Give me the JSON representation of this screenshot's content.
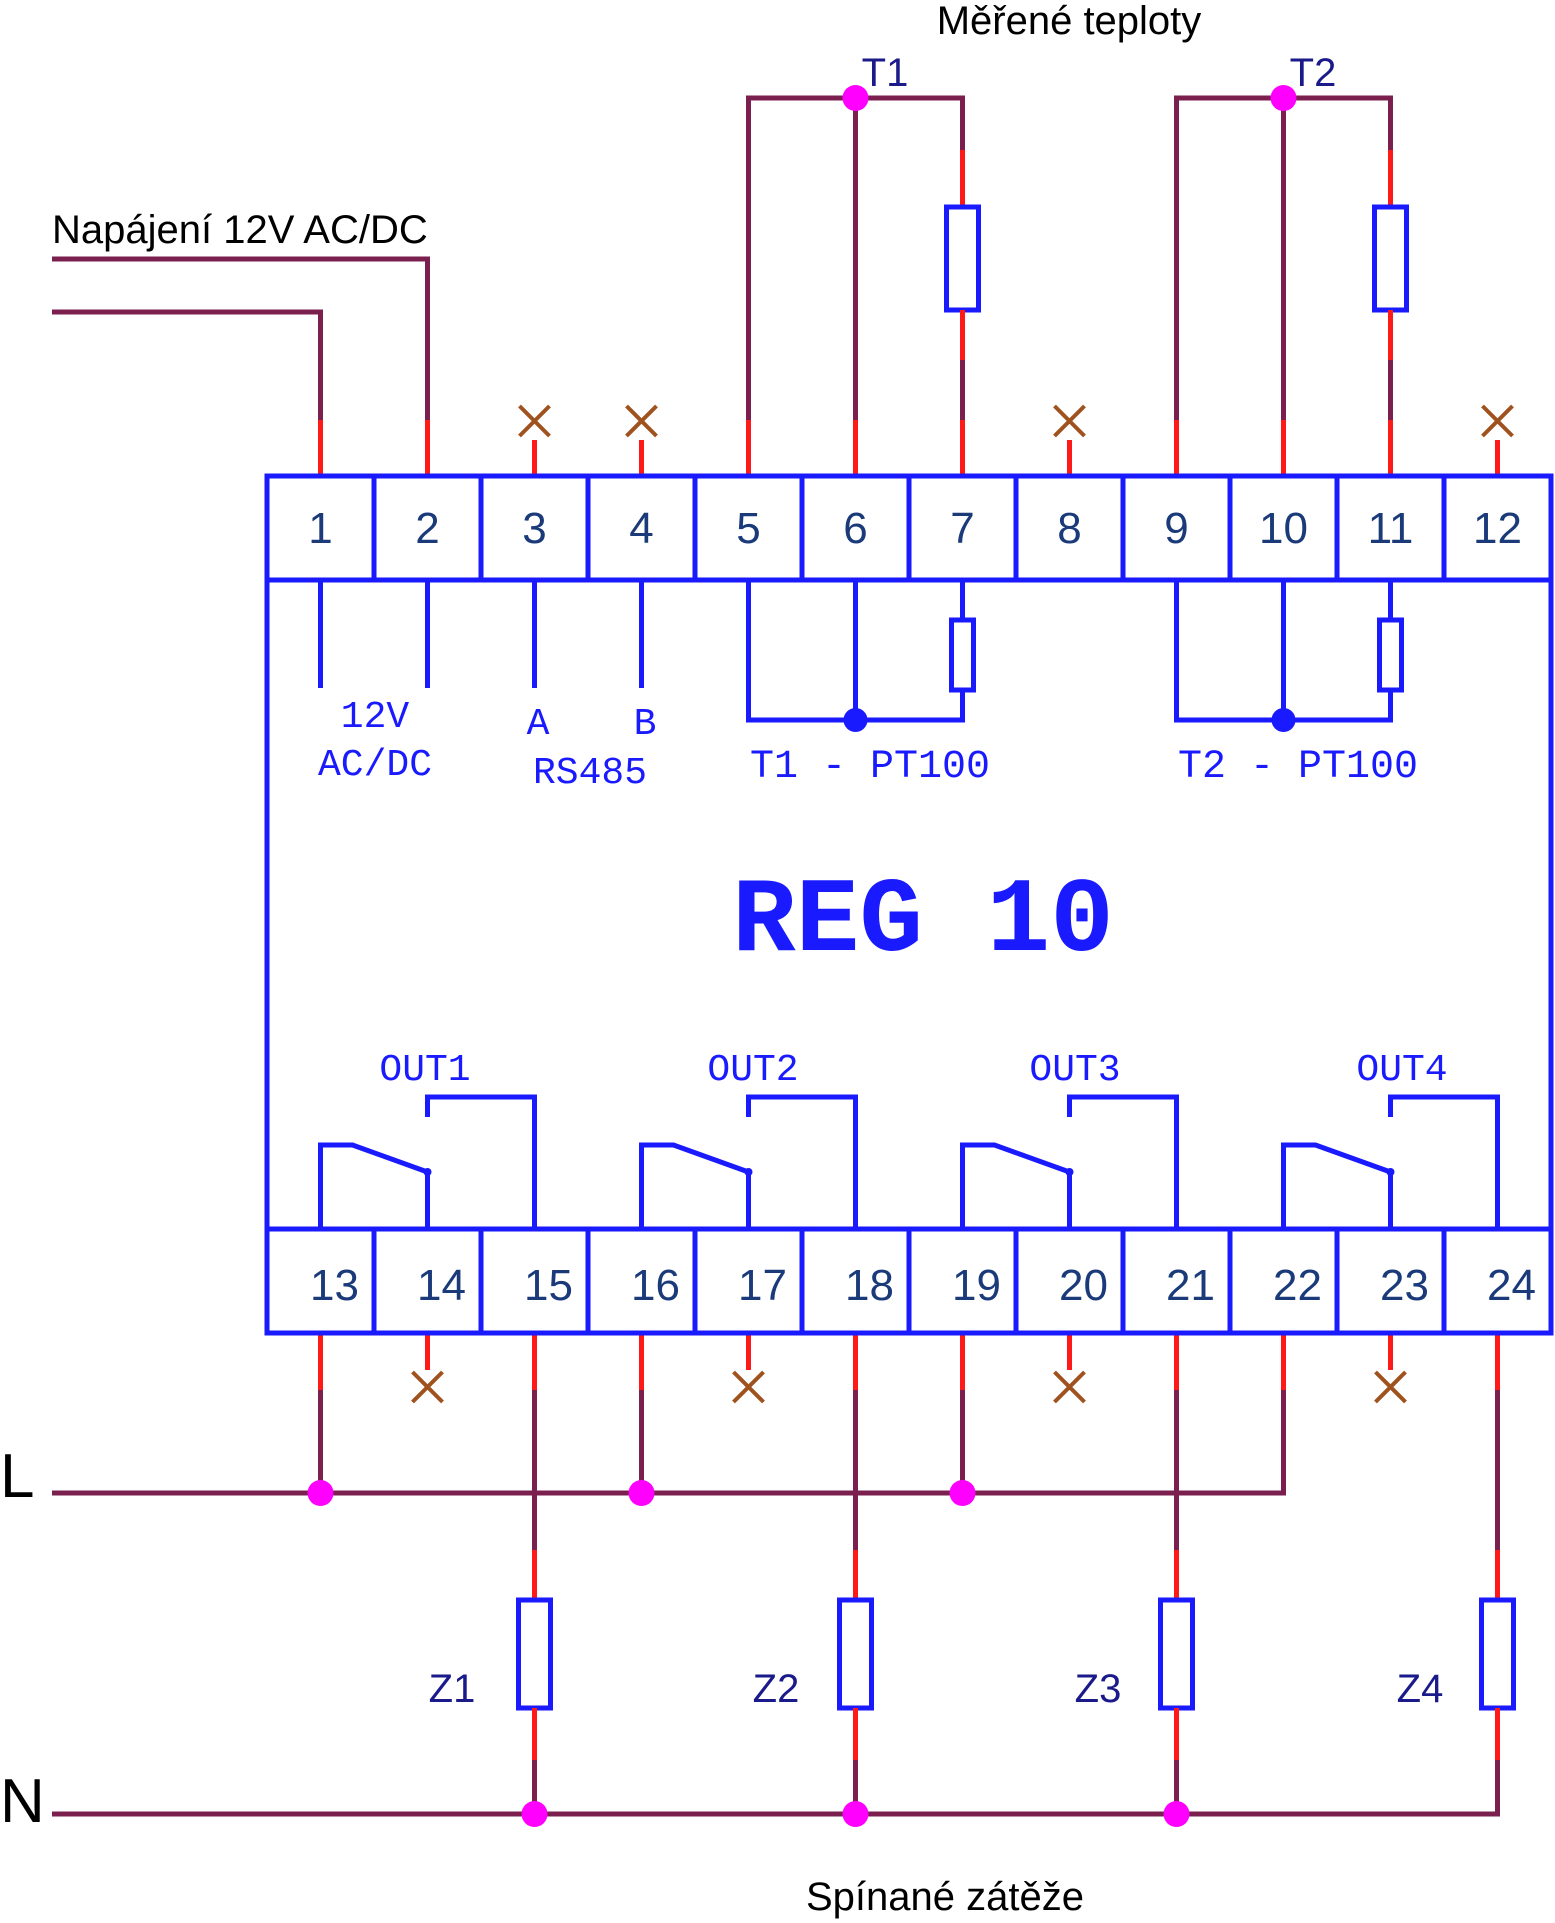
{
  "labels": {
    "measured_temps": "Měřené teploty",
    "supply": "Napájení 12V AC/DC",
    "switched_loads": "Spínané zátěže",
    "line_L": "L",
    "line_N": "N",
    "t1": "T1",
    "t2": "T2",
    "supply_12v": "12V",
    "supply_acdc": "AC/DC",
    "rs485_a": "A",
    "rs485_b": "B",
    "rs485": "RS485",
    "t1_pt100": "T1 - PT100",
    "t2_pt100": "T2 - PT100",
    "device_name": "REG 10",
    "out1": "OUT1",
    "out2": "OUT2",
    "out3": "OUT3",
    "out4": "OUT4",
    "z1": "Z1",
    "z2": "Z2",
    "z3": "Z3",
    "z4": "Z4"
  },
  "top_terminals": [
    "1",
    "2",
    "3",
    "4",
    "5",
    "6",
    "7",
    "8",
    "9",
    "10",
    "11",
    "12"
  ],
  "bottom_terminals": [
    "13",
    "14",
    "15",
    "16",
    "17",
    "18",
    "19",
    "20",
    "21",
    "22",
    "23",
    "24"
  ],
  "colors": {
    "wire": "#7a1f4e",
    "wire_stub": "#ff1a1a",
    "device": "#1a1aff",
    "terminal_text": "#1a3a7a",
    "junction": "#ff00ff",
    "unused_mark": "#a0521e",
    "text": "#000000"
  }
}
